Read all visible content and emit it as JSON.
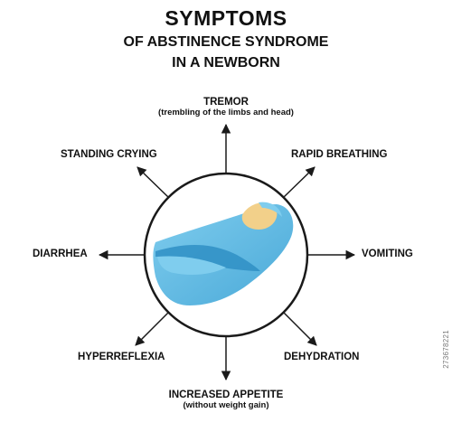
{
  "title": {
    "line1": "SYMPTOMS",
    "line2": "OF ABSTINENCE SYNDROME",
    "line3": "IN A NEWBORN"
  },
  "symptoms": {
    "tremor": {
      "label": "TREMOR",
      "note": "(trembling of the limbs and head)"
    },
    "rapid_breathing": {
      "label": "RAPID BREATHING"
    },
    "vomiting": {
      "label": "VOMITING"
    },
    "dehydration": {
      "label": "DEHYDRATION"
    },
    "increased_appetite": {
      "label": "INCREASED APPETITE",
      "note": "(without weight gain)"
    },
    "hyperreflexia": {
      "label": "HYPERREFLEXIA"
    },
    "diarrhea": {
      "label": "DIARRHEA"
    },
    "standing_crying": {
      "label": "STANDING CRYING"
    }
  },
  "stock_id": "273678221",
  "colors": {
    "text": "#111111",
    "arrow": "#1a1a1a",
    "circle_stroke": "#1a1a1a",
    "blanket": "#5bb8e0",
    "blanket_dark": "#2f8fc4",
    "skin": "#f2d08a"
  },
  "icons": {
    "center": "swaddled-newborn-icon"
  }
}
